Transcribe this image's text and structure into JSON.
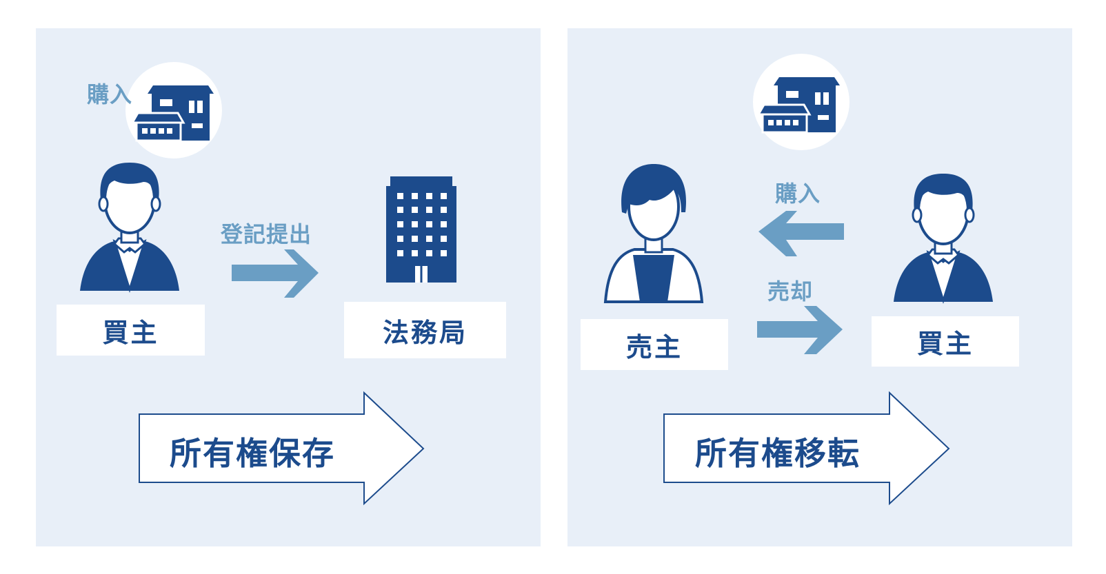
{
  "colors": {
    "navy": "#1c4b8c",
    "steel": "#6a9ec4",
    "panel": "#e8eff8"
  },
  "left_panel": {
    "purchase_label": "購入",
    "buyer_label": "買主",
    "arrow_label": "登記提出",
    "office_label": "法務局",
    "main_arrow_label": "所有権保存",
    "icons": [
      "house-icon",
      "businessman-icon",
      "office-building-icon"
    ]
  },
  "right_panel": {
    "seller_label": "売主",
    "buyer_label": "買主",
    "purchase_label": "購入",
    "sale_label": "売却",
    "main_arrow_label": "所有権移転",
    "icons": [
      "house-icon",
      "seller-person-icon",
      "businessman-icon"
    ]
  }
}
